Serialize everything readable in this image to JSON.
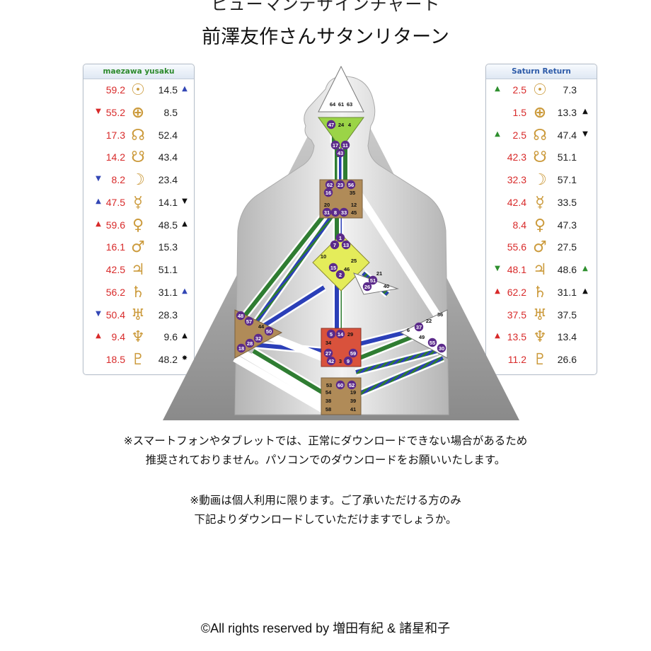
{
  "header": {
    "top_cut_text": "ヒューマンデザインチャート",
    "title": "前澤友作さんサタンリターン"
  },
  "panels": {
    "left": {
      "title": "maezawa yusaku",
      "rows": [
        {
          "planet": "sun-icon",
          "glyph": "☉",
          "design": "59.2",
          "pre_arrow": "",
          "pre_arrow_color": "",
          "personality": "14.5",
          "post_arrow": "▲",
          "post_arrow_color": "#3347b5"
        },
        {
          "planet": "earth-icon",
          "glyph": "⊕",
          "design": "55.2",
          "pre_arrow": "▼",
          "pre_arrow_color": "#d82a2a",
          "personality": "8.5",
          "post_arrow": "",
          "post_arrow_color": ""
        },
        {
          "planet": "north-node-icon",
          "glyph": "☊",
          "design": "17.3",
          "pre_arrow": "",
          "pre_arrow_color": "",
          "personality": "52.4",
          "post_arrow": "",
          "post_arrow_color": ""
        },
        {
          "planet": "south-node-icon",
          "glyph": "☋",
          "design": "14.2",
          "pre_arrow": "",
          "pre_arrow_color": "",
          "personality": "43.4",
          "post_arrow": "",
          "post_arrow_color": ""
        },
        {
          "planet": "moon-icon",
          "glyph": "☽",
          "design": "8.2",
          "pre_arrow": "▼",
          "pre_arrow_color": "#3347b5",
          "personality": "23.4",
          "post_arrow": "",
          "post_arrow_color": ""
        },
        {
          "planet": "mercury-icon",
          "glyph": "☿",
          "design": "47.5",
          "pre_arrow": "▲",
          "pre_arrow_color": "#3347b5",
          "personality": "14.1",
          "post_arrow": "▼",
          "post_arrow_color": "#111111"
        },
        {
          "planet": "venus-icon",
          "glyph": "♀",
          "design": "59.6",
          "pre_arrow": "▲",
          "pre_arrow_color": "#d82a2a",
          "personality": "48.5",
          "post_arrow": "▲",
          "post_arrow_color": "#111111"
        },
        {
          "planet": "mars-icon",
          "glyph": "♂",
          "design": "16.1",
          "pre_arrow": "",
          "pre_arrow_color": "",
          "personality": "15.3",
          "post_arrow": "",
          "post_arrow_color": ""
        },
        {
          "planet": "jupiter-icon",
          "glyph": "♃",
          "design": "42.5",
          "pre_arrow": "",
          "pre_arrow_color": "",
          "personality": "51.1",
          "post_arrow": "",
          "post_arrow_color": ""
        },
        {
          "planet": "saturn-icon",
          "glyph": "♄",
          "design": "56.2",
          "pre_arrow": "",
          "pre_arrow_color": "",
          "personality": "31.1",
          "post_arrow": "▲",
          "post_arrow_color": "#3347b5"
        },
        {
          "planet": "uranus-icon",
          "glyph": "♅",
          "design": "50.4",
          "pre_arrow": "▼",
          "pre_arrow_color": "#3347b5",
          "personality": "28.3",
          "post_arrow": "",
          "post_arrow_color": ""
        },
        {
          "planet": "neptune-icon",
          "glyph": "♆",
          "design": "9.4",
          "pre_arrow": "▲",
          "pre_arrow_color": "#d82a2a",
          "personality": "9.6",
          "post_arrow": "▲",
          "post_arrow_color": "#111111"
        },
        {
          "planet": "pluto-icon",
          "glyph": "♇",
          "design": "18.5",
          "pre_arrow": "",
          "pre_arrow_color": "",
          "personality": "48.2",
          "post_arrow": "✸",
          "post_arrow_color": "#111111"
        }
      ]
    },
    "right": {
      "title": "Saturn Return",
      "rows": [
        {
          "planet": "sun-icon",
          "glyph": "☉",
          "design": "2.5",
          "pre_arrow": "▲",
          "pre_arrow_color": "#2e8f2e",
          "personality": "7.3",
          "post_arrow": "",
          "post_arrow_color": ""
        },
        {
          "planet": "earth-icon",
          "glyph": "⊕",
          "design": "1.5",
          "pre_arrow": "",
          "pre_arrow_color": "",
          "personality": "13.3",
          "post_arrow": "▲",
          "post_arrow_color": "#111111"
        },
        {
          "planet": "north-node-icon",
          "glyph": "☊",
          "design": "2.5",
          "pre_arrow": "▲",
          "pre_arrow_color": "#2e8f2e",
          "personality": "47.4",
          "post_arrow": "▼",
          "post_arrow_color": "#111111"
        },
        {
          "planet": "south-node-icon",
          "glyph": "☋",
          "design": "42.3",
          "pre_arrow": "",
          "pre_arrow_color": "",
          "personality": "51.1",
          "post_arrow": "",
          "post_arrow_color": ""
        },
        {
          "planet": "moon-icon",
          "glyph": "☽",
          "design": "32.3",
          "pre_arrow": "",
          "pre_arrow_color": "",
          "personality": "57.1",
          "post_arrow": "",
          "post_arrow_color": ""
        },
        {
          "planet": "mercury-icon",
          "glyph": "☿",
          "design": "42.4",
          "pre_arrow": "",
          "pre_arrow_color": "",
          "personality": "33.5",
          "post_arrow": "",
          "post_arrow_color": ""
        },
        {
          "planet": "venus-icon",
          "glyph": "♀",
          "design": "8.4",
          "pre_arrow": "",
          "pre_arrow_color": "",
          "personality": "47.3",
          "post_arrow": "",
          "post_arrow_color": ""
        },
        {
          "planet": "mars-icon",
          "glyph": "♂",
          "design": "55.6",
          "pre_arrow": "",
          "pre_arrow_color": "",
          "personality": "27.5",
          "post_arrow": "",
          "post_arrow_color": ""
        },
        {
          "planet": "jupiter-icon",
          "glyph": "♃",
          "design": "48.1",
          "pre_arrow": "▼",
          "pre_arrow_color": "#2e8f2e",
          "personality": "48.6",
          "post_arrow": "▲",
          "post_arrow_color": "#2e8f2e"
        },
        {
          "planet": "saturn-icon",
          "glyph": "♄",
          "design": "62.2",
          "pre_arrow": "▲",
          "pre_arrow_color": "#d82a2a",
          "personality": "31.1",
          "post_arrow": "▲",
          "post_arrow_color": "#111111"
        },
        {
          "planet": "uranus-icon",
          "glyph": "♅",
          "design": "37.5",
          "pre_arrow": "",
          "pre_arrow_color": "",
          "personality": "37.5",
          "post_arrow": "",
          "post_arrow_color": ""
        },
        {
          "planet": "neptune-icon",
          "glyph": "♆",
          "design": "13.5",
          "pre_arrow": "▲",
          "pre_arrow_color": "#d82a2a",
          "personality": "13.4",
          "post_arrow": "",
          "post_arrow_color": ""
        },
        {
          "planet": "pluto-icon",
          "glyph": "♇",
          "design": "11.2",
          "pre_arrow": "",
          "pre_arrow_color": "",
          "personality": "26.6",
          "post_arrow": "",
          "post_arrow_color": ""
        }
      ]
    }
  },
  "bodygraph": {
    "colors": {
      "design_channel": "#2f7d32",
      "personality_channel": "#2b3fb8",
      "head": "#ffffff",
      "ajna": "#9bd447",
      "throat": "#b08b58",
      "g_center": "#e4ec5a",
      "heart": "#ffffff",
      "spleen": "#b08b58",
      "sacral": "#d9523c",
      "solar_plexus": "#ffffff",
      "root": "#b08b58",
      "gate_circle": "#5b2a8a"
    },
    "gates_plain": [
      "64",
      "61",
      "63",
      "4",
      "24",
      "35",
      "12",
      "45",
      "20",
      "10",
      "25",
      "46",
      "40",
      "21",
      "44",
      "34",
      "29",
      "3",
      "36",
      "22",
      "6",
      "49",
      "53",
      "54",
      "38",
      "58",
      "19",
      "39",
      "41"
    ],
    "gates_active": [
      "47",
      "17",
      "11",
      "43",
      "62",
      "23",
      "56",
      "16",
      "31",
      "8",
      "33",
      "1",
      "7",
      "13",
      "15",
      "2",
      "51",
      "26",
      "48",
      "57",
      "50",
      "32",
      "28",
      "18",
      "5",
      "14",
      "27",
      "42",
      "9",
      "59",
      "37",
      "55",
      "30",
      "60",
      "52"
    ]
  },
  "notes": {
    "line1": "※スマートフォンやタブレットでは、正常にダウンロードできない場合があるため",
    "line2": "推奨されておりません。パソコンでのダウンロードをお願いいたします。",
    "line3": "※動画は個人利用に限ります。ご了承いただける方のみ",
    "line4": "下記よりダウンロードしていただけますでしょうか。"
  },
  "footer": {
    "copyright": "©All rights reserved by 増田有紀 & 諸星和子"
  }
}
